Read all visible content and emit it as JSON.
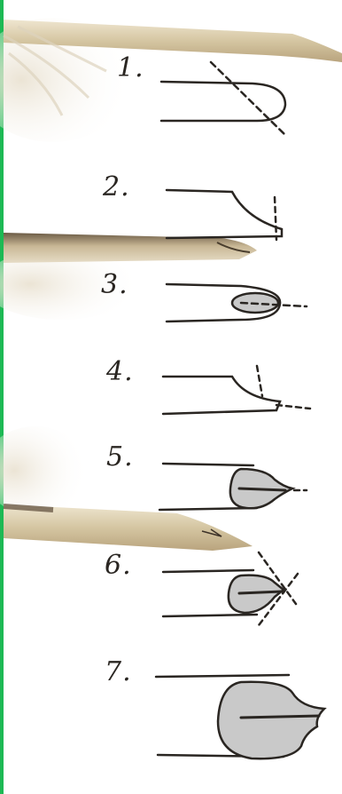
{
  "colors": {
    "accent_bar": "#1db954",
    "ink": "#2a2622",
    "nib_fill": "#c9c9c9",
    "quill": "#d8c9a3",
    "feather": "#e8e0cf"
  },
  "steps": [
    {
      "label": "1."
    },
    {
      "label": "2."
    },
    {
      "label": "3."
    },
    {
      "label": "4."
    },
    {
      "label": "5."
    },
    {
      "label": "6."
    },
    {
      "label": "7."
    }
  ]
}
